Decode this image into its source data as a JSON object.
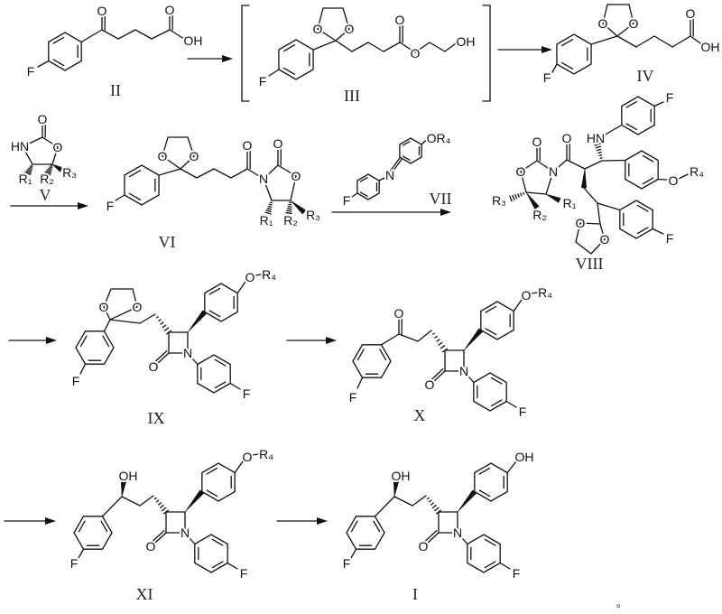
{
  "atoms": {
    "O": "O",
    "OH": "OH",
    "F": "F",
    "N": "N",
    "HN": "HN",
    "R1": "R₁",
    "R2": "R₂",
    "R3": "R₃",
    "R4": "R₄",
    "OR4": "OR₄"
  },
  "compounds": {
    "II": "II",
    "III": "III",
    "IV": "IV",
    "V": "V",
    "VI": "VI",
    "VII": "VII",
    "VIII": "VIII",
    "IX": "IX",
    "X": "X",
    "XI": "XI",
    "I": "I"
  },
  "end_mark": "。"
}
